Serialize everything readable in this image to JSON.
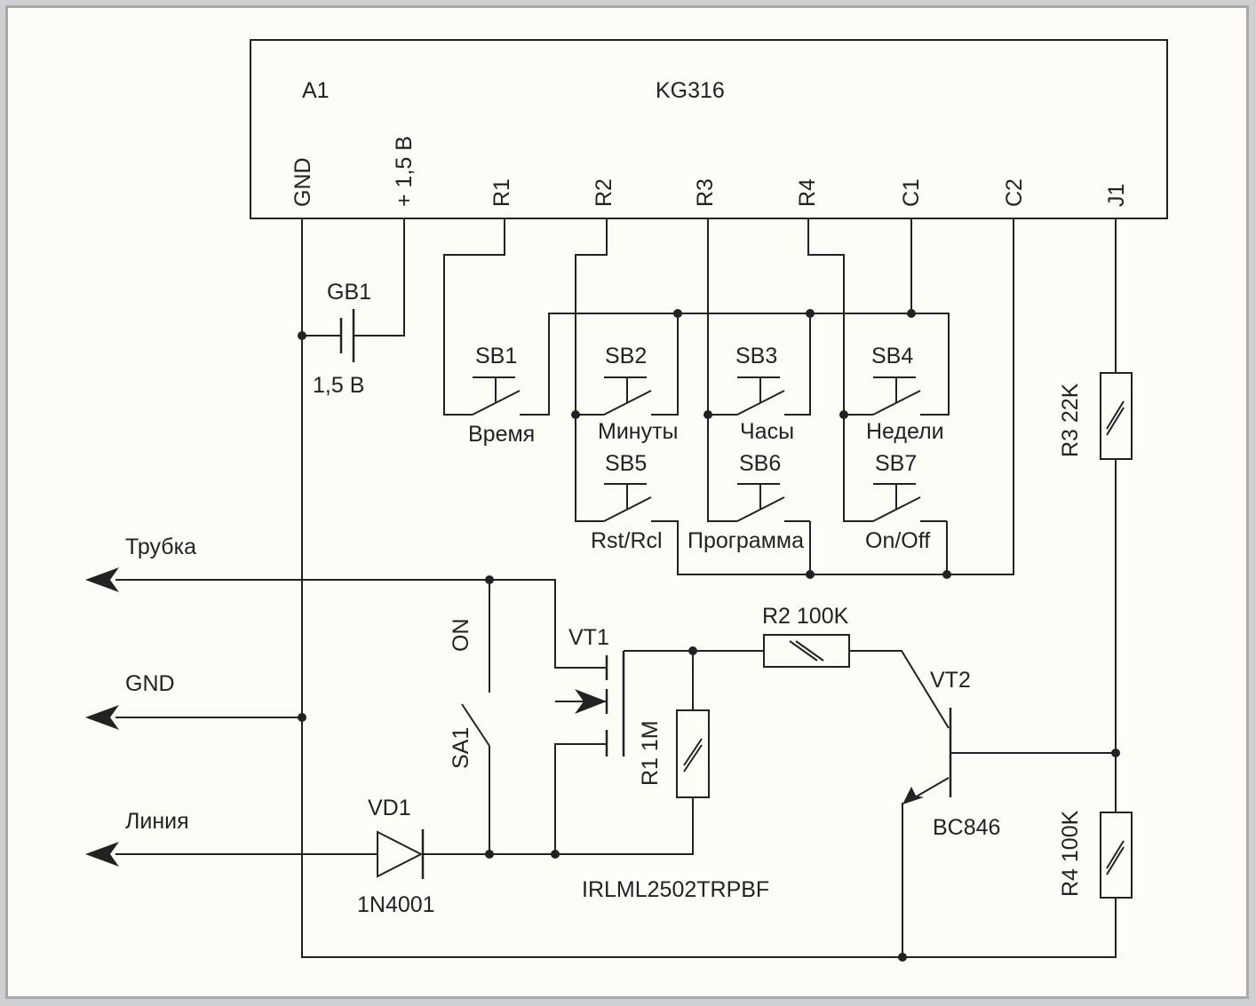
{
  "chip": {
    "ref": "A1",
    "name": "KG316"
  },
  "pins": {
    "gnd": "GND",
    "vcc": "+ 1,5 В",
    "r1": "R1",
    "r2": "R2",
    "r3": "R3",
    "r4": "R4",
    "c1": "C1",
    "c2": "C2",
    "j1": "J1"
  },
  "battery": {
    "ref": "GB1",
    "value": "1,5 В"
  },
  "buttons": [
    {
      "ref": "SB1",
      "label": "Время"
    },
    {
      "ref": "SB2",
      "label": "Минуты"
    },
    {
      "ref": "SB3",
      "label": "Часы"
    },
    {
      "ref": "SB4",
      "label": "Недели"
    },
    {
      "ref": "SB5",
      "label": "Rst/Rcl"
    },
    {
      "ref": "SB6",
      "label": "Программа"
    },
    {
      "ref": "SB7",
      "label": "On/Off"
    }
  ],
  "resistors": {
    "r1": "R1 1M",
    "r2": "R2 100K",
    "r3": "R3 22K",
    "r4": "R4 100K"
  },
  "transistors": {
    "vt1": {
      "ref": "VT1",
      "part": "IRLML2502TRPBF"
    },
    "vt2": {
      "ref": "VT2",
      "part": "BC846"
    }
  },
  "diode": {
    "ref": "VD1",
    "part": "1N4001"
  },
  "switch": {
    "ref": "SA1",
    "state": "ON"
  },
  "terminals": {
    "handset": "Трубка",
    "gnd": "GND",
    "line": "Линия"
  }
}
